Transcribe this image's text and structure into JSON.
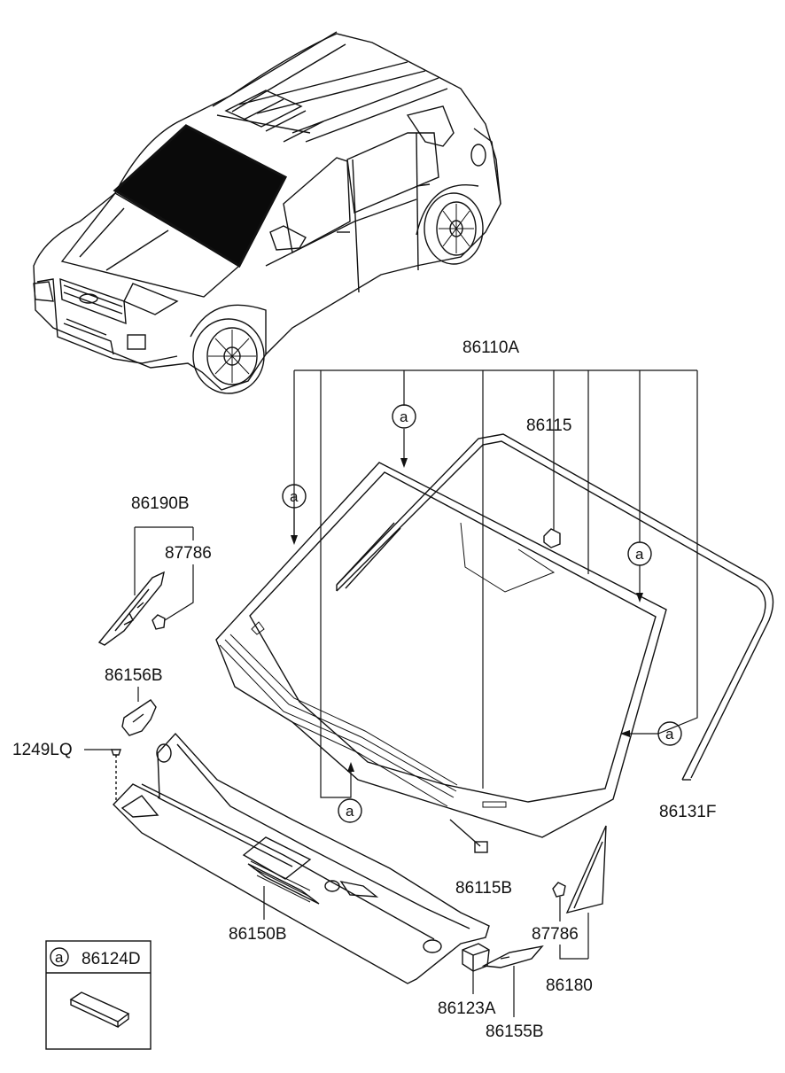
{
  "labels": {
    "windshield_assy": "86110A",
    "rubber_stopper": "86115",
    "cover_lh": "86190B",
    "clip_upper": "87786",
    "bracket": "86156B",
    "screw": "1249LQ",
    "molding": "86131F",
    "sensor": "86115B",
    "cowl_panel": "86150B",
    "retainer": "86123A",
    "cover_rh": "86180",
    "clip_lower": "87786",
    "seal": "86155B",
    "legend_part": "86124D"
  },
  "callout_letter": "a",
  "legend": {
    "letter": "a",
    "part": "86124D"
  },
  "colors": {
    "line": "#111111",
    "glass": "#0a0a0a",
    "background": "#ffffff"
  }
}
